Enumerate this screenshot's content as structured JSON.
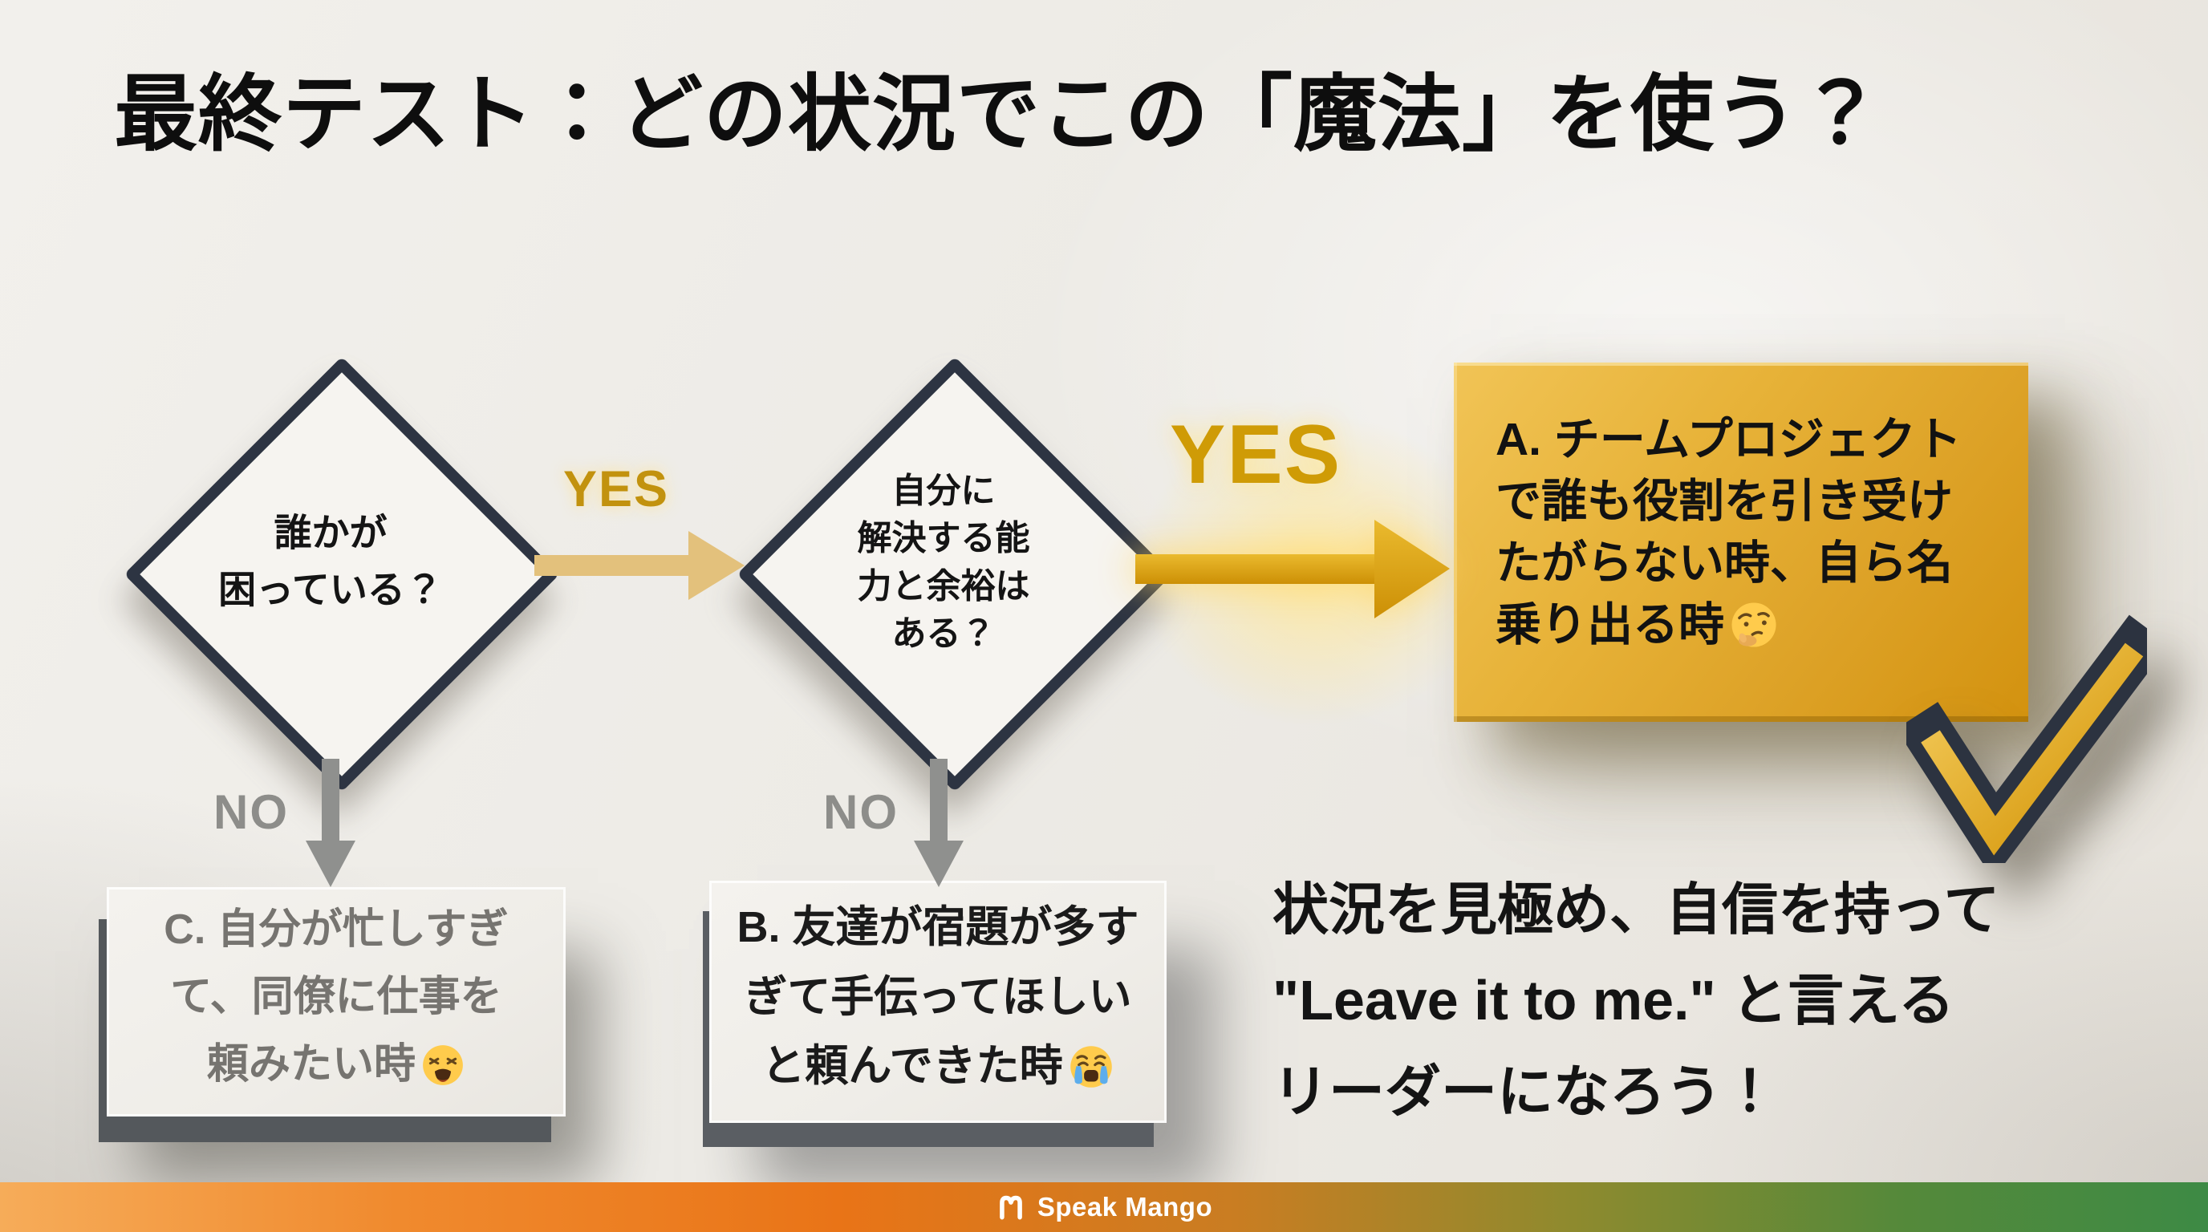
{
  "slide": {
    "title": "最終テスト：どの状況でこの「魔法」を使う？",
    "flowchart": {
      "decision1": {
        "text": "誰かが\n困っている？"
      },
      "decision2": {
        "text": "自分に\n解決する能\n力と余裕は\nある？"
      },
      "yes1": "YES",
      "yes2": "YES",
      "no1": "NO",
      "no2": "NO",
      "option_a": {
        "text": "A. チームプロジェクト\nで誰も役割を引き受け\nたがらない時、自ら名\n乗り出る時",
        "emoji": "🤔",
        "emoji_icon": "thinking-face-emoji",
        "badge_icon": "checkmark-icon"
      },
      "option_b": {
        "text": "B. 友達が宿題が多す\nぎて手伝ってほしい\nと頼んできた時",
        "emoji": "😭",
        "emoji_icon": "crying-face-emoji"
      },
      "option_c": {
        "text": "C. 自分が忙しすぎ\nて、同僚に仕事を\n頼みたい時",
        "emoji": "😫",
        "emoji_icon": "weary-face-emoji"
      }
    },
    "summary": "状況を見極め、自信を持って\n\"Leave it to me.\" と言える\nリーダーになろう！",
    "footer": {
      "brand": "Speak Mango",
      "logo_icon": "speak-mango-logo"
    },
    "colors": {
      "background": "#edebe6",
      "diamond_border": "#2d3442",
      "diamond_fill": "#f6f4f0",
      "yes_gold": "#cf9b06",
      "yes_arrow_small": "#e3c17c",
      "yes_arrow_big": "#dca414",
      "no_gray": "#8d8d8a",
      "card_a_gold": "#e3ab2f",
      "card_gray": "#efede8",
      "card_c_text": "#767470",
      "checkmark_gold": "#e7b32a",
      "checkmark_outline": "#2c3340",
      "footer_gradient_left": "#f6ac59",
      "footer_gradient_mid": "#e97417",
      "footer_gradient_right": "#3d8a45"
    }
  }
}
